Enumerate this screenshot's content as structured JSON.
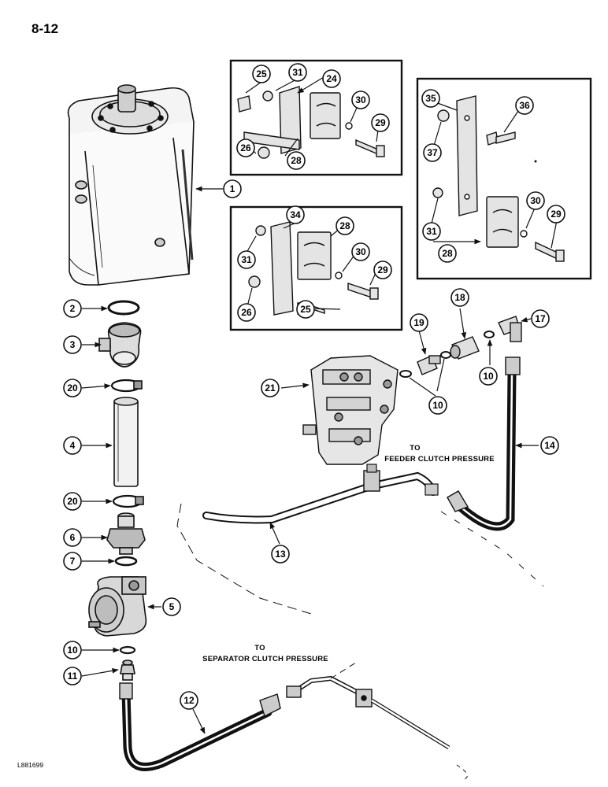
{
  "page_number": "8-12",
  "figure_ref": "L881699",
  "notes": {
    "feeder_to": "TO",
    "feeder_label": "FEEDER CLUTCH PRESSURE",
    "separator_to": "TO",
    "separator_label": "SEPARATOR CLUTCH PRESSURE"
  },
  "callouts": [
    "1",
    "2",
    "3",
    "4",
    "5",
    "6",
    "7",
    "10",
    "10",
    "10",
    "11",
    "12",
    "13",
    "14",
    "17",
    "18",
    "19",
    "20",
    "20",
    "21",
    "24",
    "25",
    "26",
    "28",
    "29",
    "30",
    "31",
    "25",
    "26",
    "28",
    "29",
    "30",
    "31",
    "34",
    "28",
    "29",
    "30",
    "31",
    "35",
    "36",
    "37"
  ]
}
